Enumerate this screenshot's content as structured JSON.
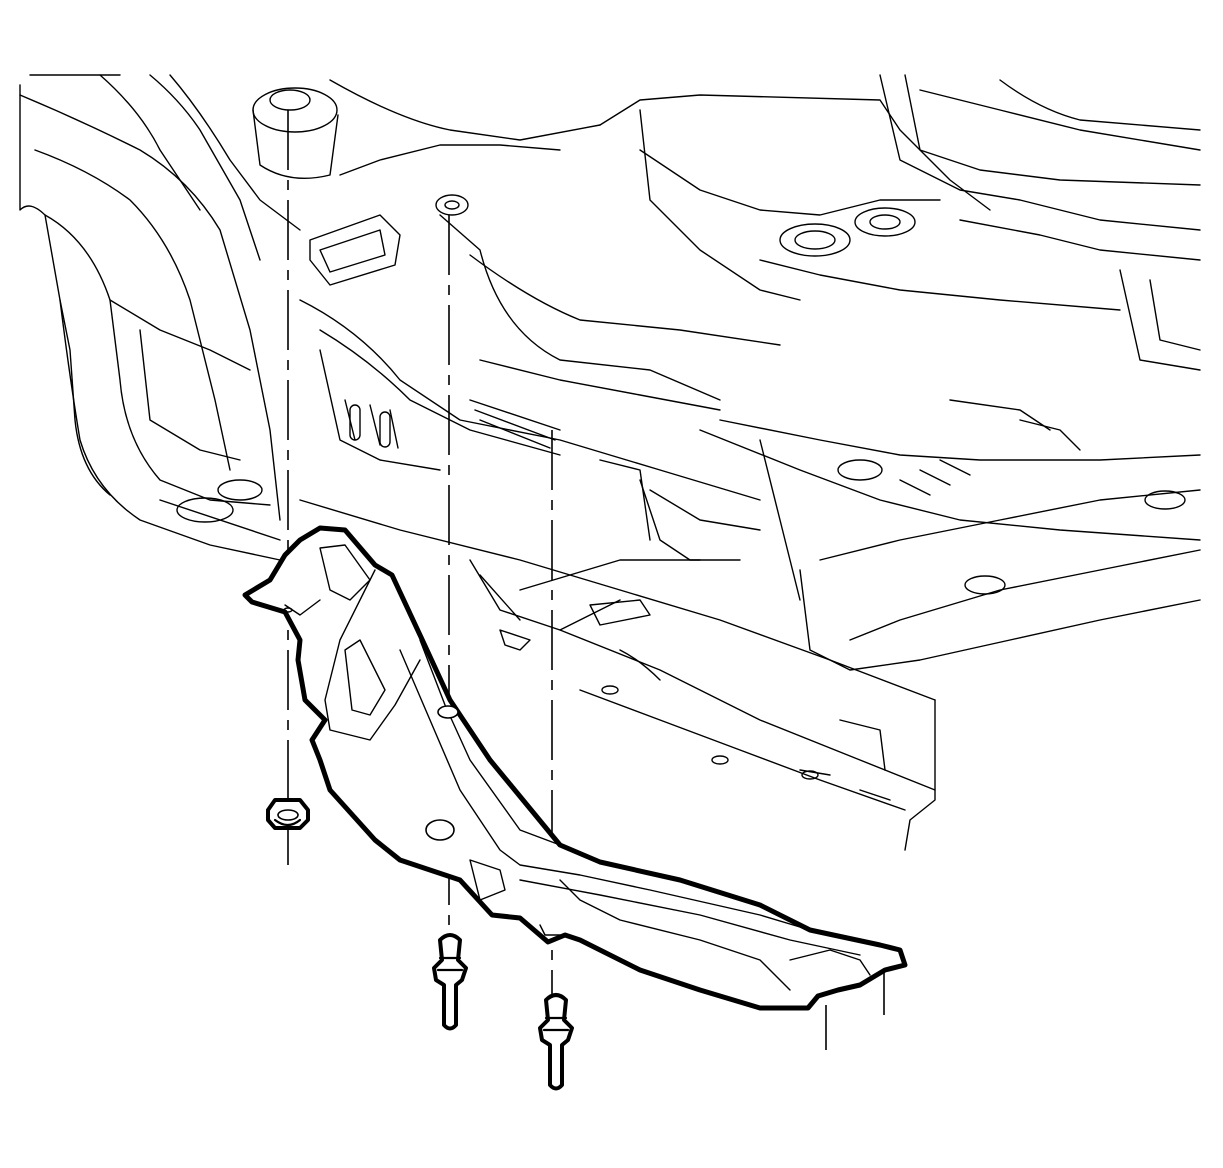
{
  "figure": {
    "kind": "exploded-view line illustration",
    "components": [
      "underbody-floor-pan",
      "insulator-panel",
      "push-pin-retainer-1",
      "push-pin-retainer-2",
      "nut",
      "alignment-lines"
    ]
  },
  "colors": {
    "line": "#000000",
    "background": "#ffffff"
  }
}
